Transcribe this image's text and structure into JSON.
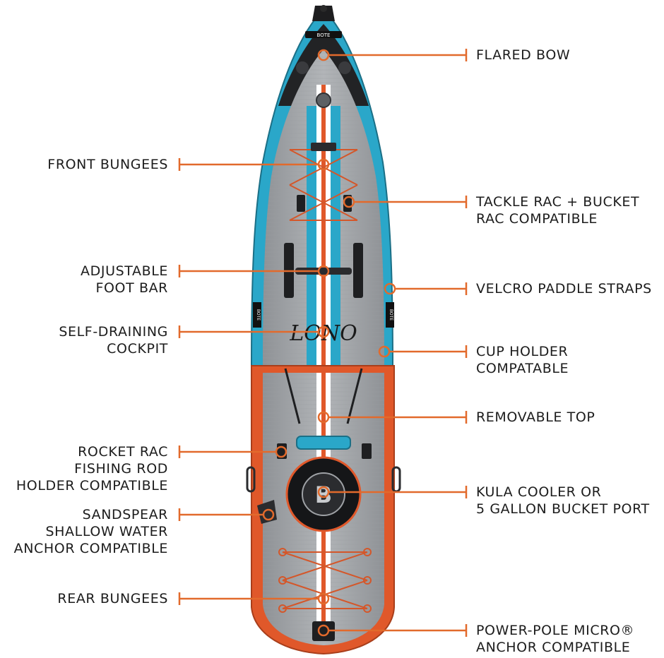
{
  "colors": {
    "accent": "#e26a2c",
    "hull_blue": "#2aa7c9",
    "deck_grey": "#a3a6aa",
    "top_orange": "#e0582a",
    "text": "#1c1c1c"
  },
  "brand": {
    "deck_logo": "LONO",
    "bow_badge": "BOTE",
    "side_badge_left": "BOTE",
    "side_badge_right": "BOTE",
    "hub_letter": "B"
  },
  "callouts": [
    {
      "id": "flared-bow",
      "side": "right",
      "lines": [
        "FLARED BOW"
      ]
    },
    {
      "id": "front-bungees",
      "side": "left",
      "lines": [
        "FRONT BUNGEES"
      ]
    },
    {
      "id": "tackle-rac",
      "side": "right",
      "lines": [
        "TACKLE RAC + BUCKET",
        "RAC COMPATIBLE"
      ]
    },
    {
      "id": "foot-bar",
      "side": "left",
      "lines": [
        "ADJUSTABLE",
        "FOOT BAR"
      ]
    },
    {
      "id": "paddle-straps",
      "side": "right",
      "lines": [
        "VELCRO PADDLE STRAPS"
      ]
    },
    {
      "id": "self-draining",
      "side": "left",
      "lines": [
        "SELF-DRAINING",
        "COCKPIT"
      ]
    },
    {
      "id": "cup-holder",
      "side": "right",
      "lines": [
        "CUP HOLDER",
        "COMPATABLE"
      ]
    },
    {
      "id": "removable-top",
      "side": "right",
      "lines": [
        "REMOVABLE TOP"
      ]
    },
    {
      "id": "rocket-rac",
      "side": "left",
      "lines": [
        "ROCKET RAC",
        "FISHING ROD",
        "HOLDER COMPATIBLE"
      ]
    },
    {
      "id": "kula-cooler",
      "side": "right",
      "lines": [
        "KULA COOLER OR",
        "5 GALLON BUCKET PORT"
      ]
    },
    {
      "id": "sandspear",
      "side": "left",
      "lines": [
        "SANDSPEAR",
        "SHALLOW WATER",
        "ANCHOR COMPATIBLE"
      ]
    },
    {
      "id": "rear-bungees",
      "side": "left",
      "lines": [
        "REAR BUNGEES"
      ]
    },
    {
      "id": "power-pole",
      "side": "right",
      "lines": [
        "POWER-POLE MICRO®",
        "ANCHOR COMPATIBLE"
      ]
    }
  ]
}
